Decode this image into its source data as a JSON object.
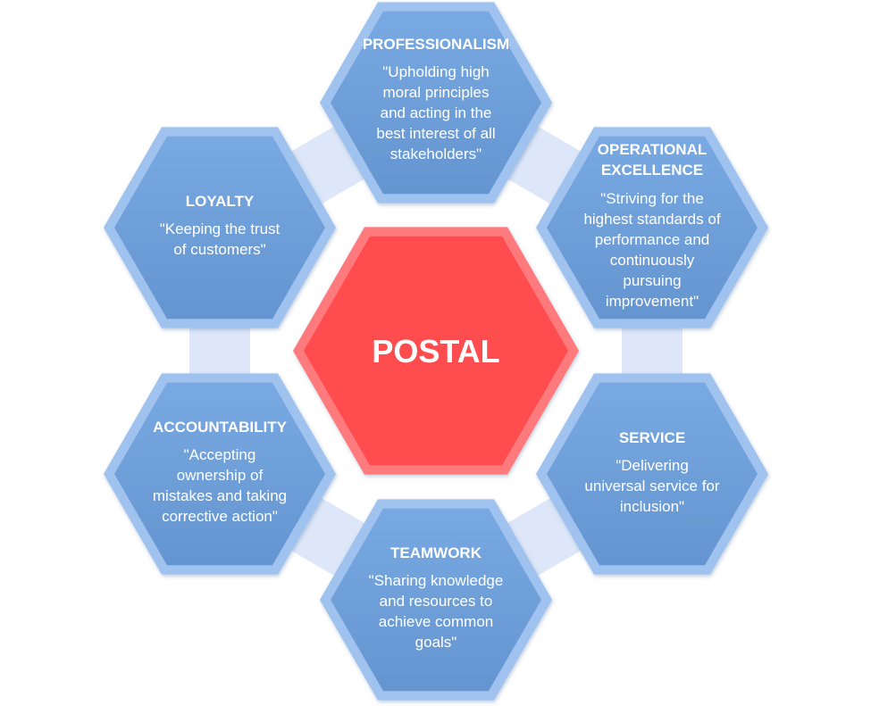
{
  "diagram": {
    "center": {
      "label": "POSTAL",
      "color": "#ff4c4f"
    },
    "colors": {
      "hex_fill": "#6e9fd9",
      "hex_edge": "#9fc2ee",
      "connector_fill": "#d7e3f8",
      "text": "#ffffff"
    },
    "values": [
      {
        "id": "professionalism",
        "title": [
          "PROFESSIONALISM"
        ],
        "body": [
          "\"Upholding high",
          "moral principles",
          "and acting in the",
          "best interest of all",
          "stakeholders\""
        ]
      },
      {
        "id": "operational-excellence",
        "title": [
          "OPERATIONAL",
          "EXCELLENCE"
        ],
        "body": [
          "\"Striving for the",
          "highest standards of",
          "performance and",
          "continuously",
          "pursuing",
          "improvement\""
        ]
      },
      {
        "id": "service",
        "title": [
          "SERVICE"
        ],
        "body": [
          "\"Delivering",
          "universal service for",
          "inclusion\""
        ]
      },
      {
        "id": "teamwork",
        "title": [
          "TEAMWORK"
        ],
        "body": [
          "\"Sharing knowledge",
          "and resources to",
          "achieve common",
          "goals\""
        ]
      },
      {
        "id": "accountability",
        "title": [
          "ACCOUNTABILITY"
        ],
        "body": [
          "\"Accepting",
          "ownership of",
          "mistakes and taking",
          "corrective action\""
        ]
      },
      {
        "id": "loyalty",
        "title": [
          "LOYALTY"
        ],
        "body": [
          "\"Keeping the trust",
          "of customers\""
        ]
      }
    ]
  }
}
